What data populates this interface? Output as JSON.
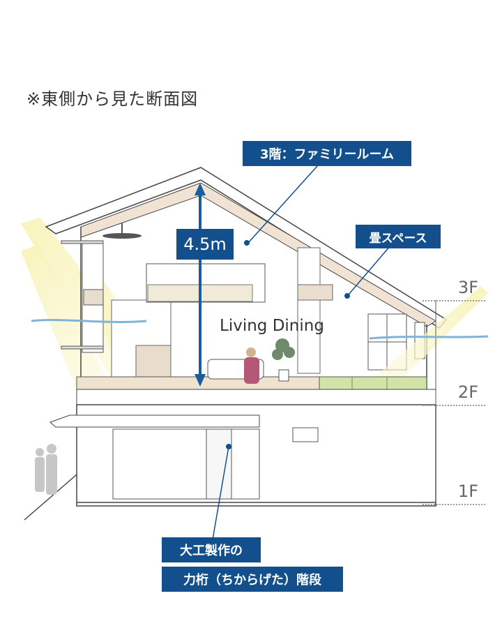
{
  "caption": "※東側から見た断面図",
  "labels": {
    "family_room": "3階：ファミリールーム",
    "tatami": "畳スペース",
    "height": "4.5m",
    "living": "Living Dining",
    "stairs_line1": "大工製作の",
    "stairs_line2": "力桁（ちからげた）階段"
  },
  "floors": [
    "3F",
    "2F",
    "1F"
  ],
  "colors": {
    "label_bg": "#134f8c",
    "arrow": "#1a5d9c",
    "light": "#f7f2b4",
    "wind": "#7fb3d8",
    "tatami": "#d3e2a6",
    "floor_wood": "#efe3cf",
    "roof": "#f0e3d3"
  }
}
